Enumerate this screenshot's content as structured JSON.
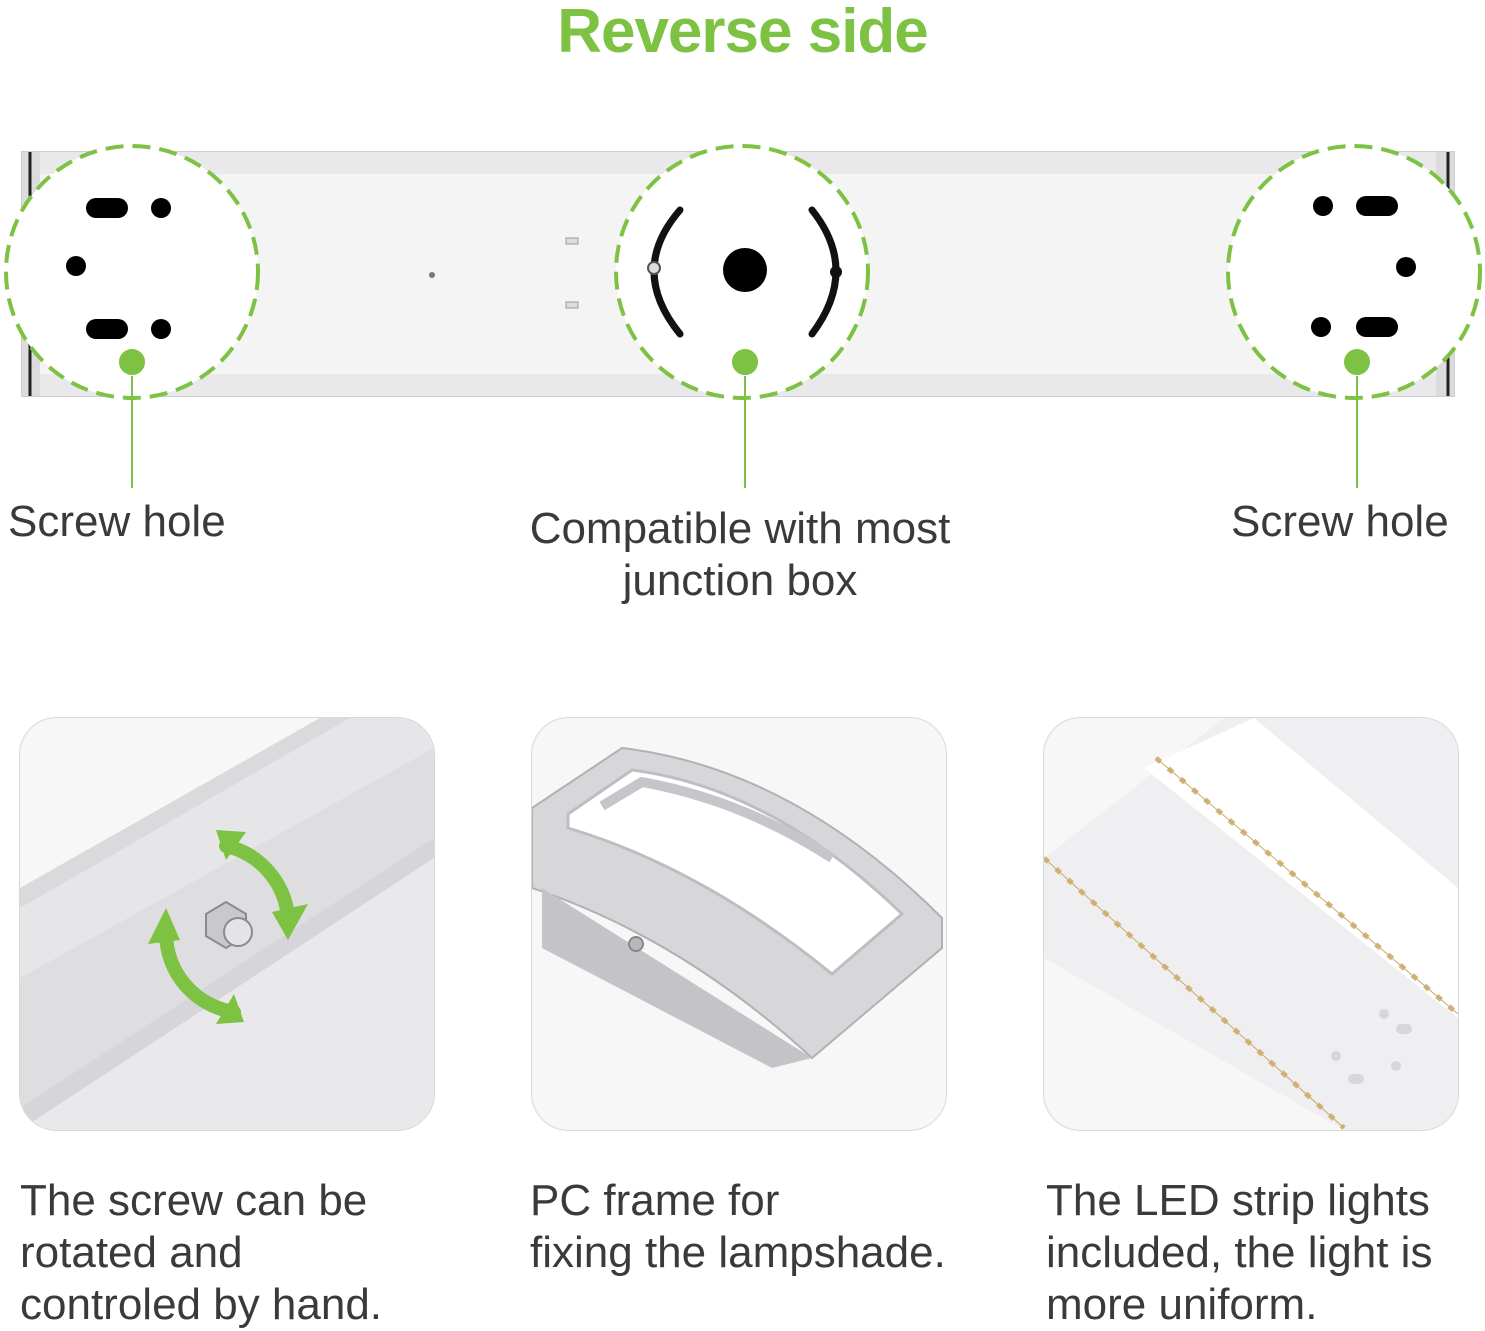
{
  "header": {
    "title": "Reverse side"
  },
  "colors": {
    "accent": "#7dc242",
    "text": "#3a3a3a",
    "hole": "#000000"
  },
  "callouts": [
    {
      "label": "Screw hole"
    },
    {
      "label_lines": [
        "Compatible with most",
        "junction box"
      ]
    },
    {
      "label": "Screw hole"
    }
  ],
  "features": [
    {
      "caption_lines": [
        "The screw can be",
        "rotated and",
        "controled by hand."
      ],
      "icon": "rotate-arrows-icon"
    },
    {
      "caption_lines": [
        "PC frame for",
        "fixing the lampshade."
      ],
      "icon": "frame-icon"
    },
    {
      "caption_lines": [
        "The LED strip lights",
        "included, the light is",
        "more uniform."
      ],
      "icon": "led-strip-icon"
    }
  ]
}
